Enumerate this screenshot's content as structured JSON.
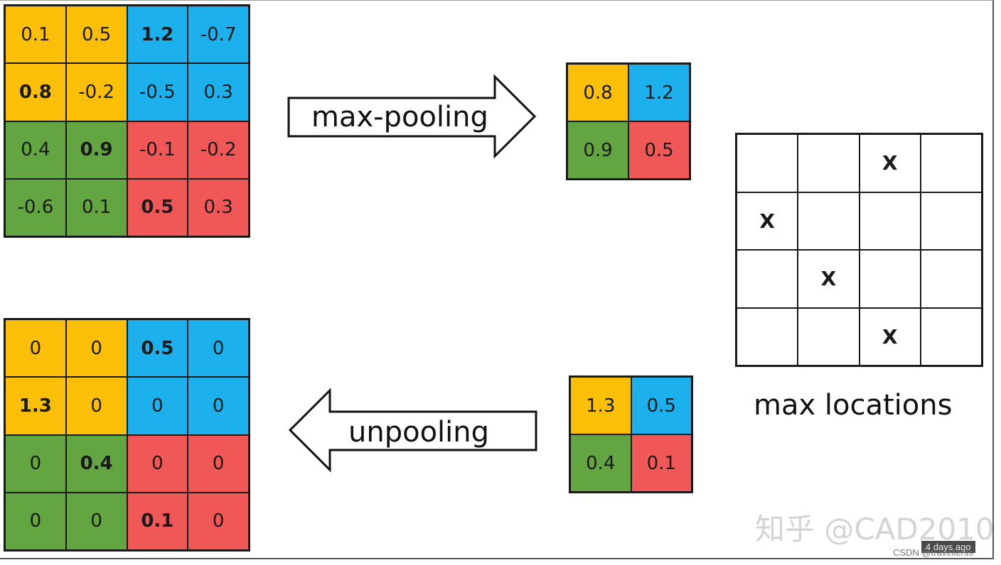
{
  "colors": {
    "yellow": "#fbbf08",
    "blue": "#1cb1ec",
    "green": "#63a540",
    "red": "#f05858"
  },
  "input_grid": {
    "cells": [
      {
        "v": "0.1",
        "c": "y",
        "bold": false
      },
      {
        "v": "0.5",
        "c": "y",
        "bold": false
      },
      {
        "v": "1.2",
        "c": "b",
        "bold": true
      },
      {
        "v": "-0.7",
        "c": "b",
        "bold": false
      },
      {
        "v": "0.8",
        "c": "y",
        "bold": true
      },
      {
        "v": "-0.2",
        "c": "y",
        "bold": false
      },
      {
        "v": "-0.5",
        "c": "b",
        "bold": false
      },
      {
        "v": "0.3",
        "c": "b",
        "bold": false
      },
      {
        "v": "0.4",
        "c": "g",
        "bold": false
      },
      {
        "v": "0.9",
        "c": "g",
        "bold": true
      },
      {
        "v": "-0.1",
        "c": "r",
        "bold": false
      },
      {
        "v": "-0.2",
        "c": "r",
        "bold": false
      },
      {
        "v": "-0.6",
        "c": "g",
        "bold": false
      },
      {
        "v": "0.1",
        "c": "g",
        "bold": false
      },
      {
        "v": "0.5",
        "c": "r",
        "bold": true
      },
      {
        "v": "0.3",
        "c": "r",
        "bold": false
      }
    ]
  },
  "pooled_grid": {
    "cells": [
      {
        "v": "0.8",
        "c": "y",
        "bold": false
      },
      {
        "v": "1.2",
        "c": "b",
        "bold": false
      },
      {
        "v": "0.9",
        "c": "g",
        "bold": false
      },
      {
        "v": "0.5",
        "c": "r",
        "bold": false
      }
    ]
  },
  "locations_grid": {
    "cells": [
      {
        "v": "",
        "c": "w"
      },
      {
        "v": "",
        "c": "w"
      },
      {
        "v": "X",
        "c": "w"
      },
      {
        "v": "",
        "c": "w"
      },
      {
        "v": "X",
        "c": "w"
      },
      {
        "v": "",
        "c": "w"
      },
      {
        "v": "",
        "c": "w"
      },
      {
        "v": "",
        "c": "w"
      },
      {
        "v": "",
        "c": "w"
      },
      {
        "v": "X",
        "c": "w"
      },
      {
        "v": "",
        "c": "w"
      },
      {
        "v": "",
        "c": "w"
      },
      {
        "v": "",
        "c": "w"
      },
      {
        "v": "",
        "c": "w"
      },
      {
        "v": "X",
        "c": "w"
      },
      {
        "v": "",
        "c": "w"
      }
    ]
  },
  "small_grid": {
    "cells": [
      {
        "v": "1.3",
        "c": "y",
        "bold": false
      },
      {
        "v": "0.5",
        "c": "b",
        "bold": false
      },
      {
        "v": "0.4",
        "c": "g",
        "bold": false
      },
      {
        "v": "0.1",
        "c": "r",
        "bold": false
      }
    ]
  },
  "output_grid": {
    "cells": [
      {
        "v": "0",
        "c": "y",
        "bold": false
      },
      {
        "v": "0",
        "c": "y",
        "bold": false
      },
      {
        "v": "0.5",
        "c": "b",
        "bold": true
      },
      {
        "v": "0",
        "c": "b",
        "bold": false
      },
      {
        "v": "1.3",
        "c": "y",
        "bold": true
      },
      {
        "v": "0",
        "c": "y",
        "bold": false
      },
      {
        "v": "0",
        "c": "b",
        "bold": false
      },
      {
        "v": "0",
        "c": "b",
        "bold": false
      },
      {
        "v": "0",
        "c": "g",
        "bold": false
      },
      {
        "v": "0.4",
        "c": "g",
        "bold": true
      },
      {
        "v": "0",
        "c": "r",
        "bold": false
      },
      {
        "v": "0",
        "c": "r",
        "bold": false
      },
      {
        "v": "0",
        "c": "g",
        "bold": false
      },
      {
        "v": "0",
        "c": "g",
        "bold": false
      },
      {
        "v": "0.1",
        "c": "r",
        "bold": true
      },
      {
        "v": "0",
        "c": "r",
        "bold": false
      }
    ]
  },
  "labels": {
    "max_pooling": "max-pooling",
    "unpooling": "unpooling",
    "max_locations": "max locations"
  },
  "watermarks": {
    "zhihu": "知乎 @CAD2010",
    "days_ago": "4 days ago",
    "csdn": "CSDN @travellerss"
  }
}
